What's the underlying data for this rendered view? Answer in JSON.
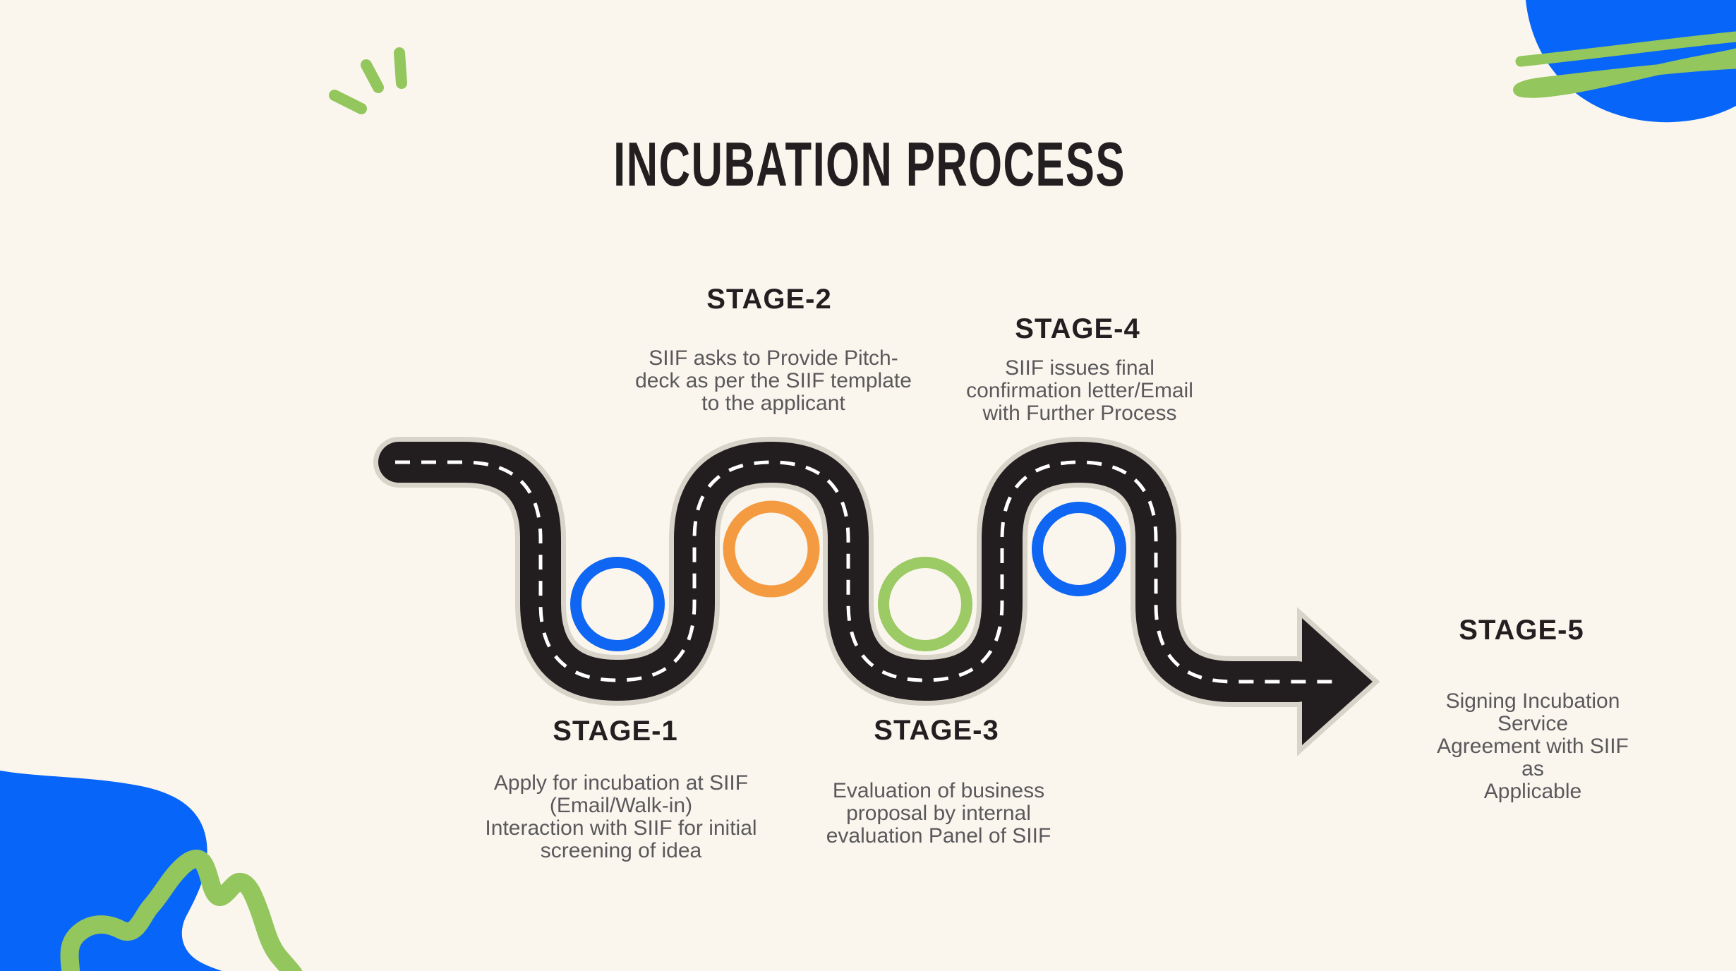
{
  "title": "INCUBATION PROCESS",
  "colors": {
    "background": "#FAF6EE",
    "road": "#221E1F",
    "road_outline": "#D9D4C9",
    "road_dash": "#FFFFFF",
    "heading_text": "#231F20",
    "body_text": "#5A585B",
    "deco_blue": "#0765FA",
    "deco_green": "#93C65C"
  },
  "stages": [
    {
      "label": "STAGE-1",
      "description": "Apply for incubation at SIIF\n(Email/Walk-in)\nInteraction with SIIF for initial\nscreening of idea",
      "marker": "circle",
      "marker_color": "#0E66F3"
    },
    {
      "label": "STAGE-2",
      "description": "SIIF asks to Provide Pitch-\ndeck as per the SIIF template\nto the applicant",
      "marker": "circle",
      "marker_color": "#F49B42"
    },
    {
      "label": "STAGE-3",
      "description": "Evaluation of business\nproposal by internal\nevaluation Panel of SIIF",
      "marker": "circle",
      "marker_color": "#9CCA64"
    },
    {
      "label": "STAGE-4",
      "description": "SIIF issues final\nconfirmation letter/Email\nwith Further Process",
      "marker": "circle",
      "marker_color": "#0E66F3"
    },
    {
      "label": "STAGE-5",
      "description": "Signing Incubation Service\nAgreement with SIIF as\nApplicable",
      "marker": "arrow"
    }
  ]
}
